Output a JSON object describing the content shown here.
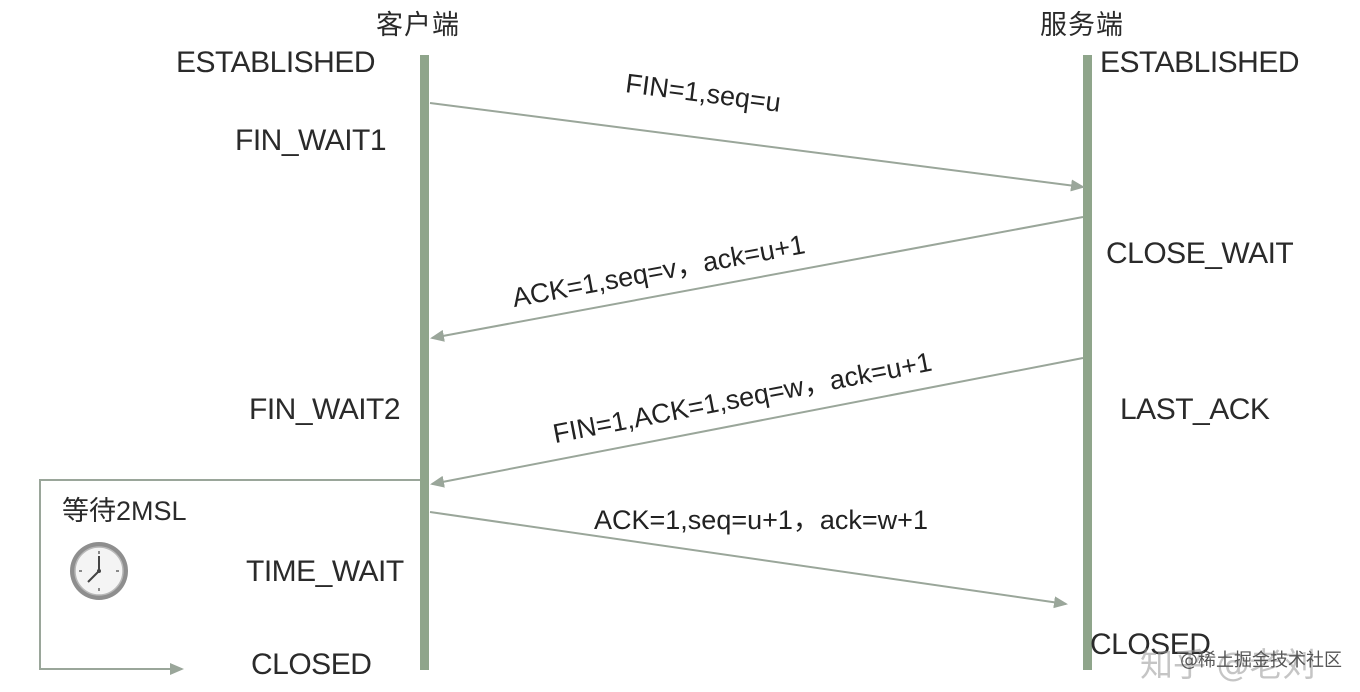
{
  "diagram": {
    "client_title": "客户端",
    "server_title": "服务端",
    "client_states": {
      "established": "ESTABLISHED",
      "fin_wait1": "FIN_WAIT1",
      "fin_wait2": "FIN_WAIT2",
      "time_wait": "TIME_WAIT",
      "closed": "CLOSED"
    },
    "server_states": {
      "established": "ESTABLISHED",
      "close_wait": "CLOSE_WAIT",
      "last_ack": "LAST_ACK",
      "closed": "CLOSED"
    },
    "messages": {
      "m1": "FIN=1,seq=u",
      "m2": "ACK=1,seq=v，ack=u+1",
      "m3": "FIN=1,ACK=1,seq=w，ack=u+1",
      "m4": "ACK=1,seq=u+1，ack=w+1"
    },
    "wait_label": "等待2MSL",
    "icons": {
      "timer": "clock-icon"
    },
    "colors": {
      "lifeline": "#8fa58b",
      "arrow": "#9aa69a",
      "text": "#222222"
    }
  },
  "watermark": {
    "main": "知乎 @老刘",
    "overlay": "@稀土掘金技术社区"
  }
}
